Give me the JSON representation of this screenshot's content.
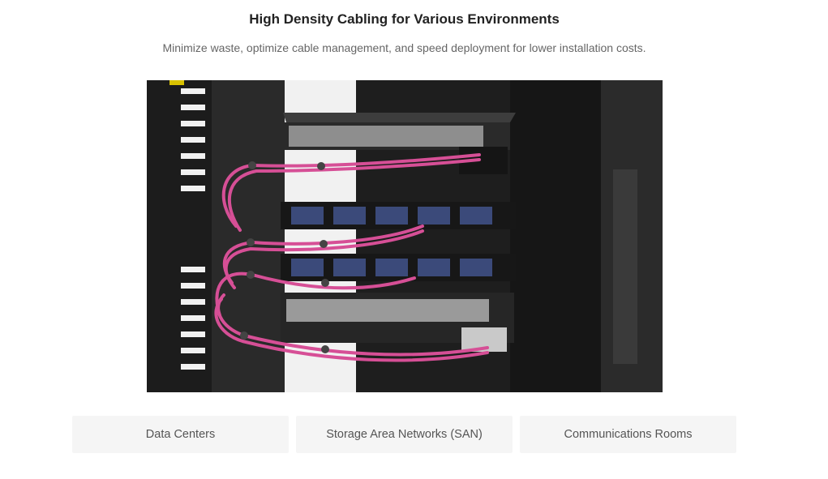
{
  "header": {
    "title": "High Density Cabling for Various Environments",
    "subtitle": "Minimize waste, optimize cable management, and speed deployment for lower installation costs."
  },
  "image": {
    "alt": "Rack with fiber patch panels and switches cabled with pink fiber patch cords"
  },
  "tabs": [
    {
      "label": "Data Centers"
    },
    {
      "label": "Storage Area Networks (SAN)"
    },
    {
      "label": "Communications Rooms"
    }
  ],
  "colors": {
    "cable": "#d64f96",
    "rack": "#1b1b1b",
    "tab_bg": "#f5f5f5"
  }
}
